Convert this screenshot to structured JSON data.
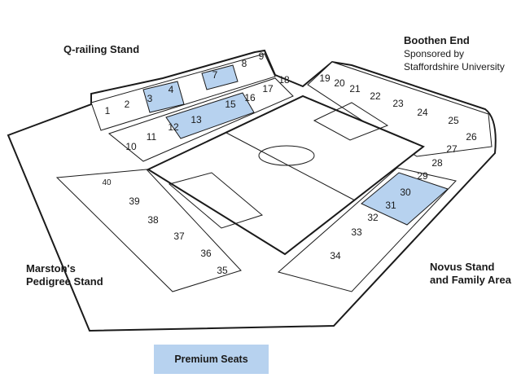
{
  "stands": {
    "north": {
      "name": "Q-railing Stand"
    },
    "east": {
      "name": "Boothen End",
      "sponsor_line1": "Sponsored by",
      "sponsor_line2": "Staffordshire University"
    },
    "south": {
      "line1": "Novus Stand",
      "line2": "and Family Area"
    },
    "west": {
      "line1": "Marston's",
      "line2": "Pedigree Stand"
    }
  },
  "legend": {
    "label": "Premium Seats",
    "color": "#b7d2ef"
  },
  "colors": {
    "premium": "#b7d2ef",
    "outline": "#1a1a1a",
    "background": "#ffffff"
  },
  "sections": [
    {
      "id": "1",
      "premium": false
    },
    {
      "id": "2",
      "premium": false
    },
    {
      "id": "3",
      "premium": false
    },
    {
      "id": "4",
      "premium": true
    },
    {
      "id": "7",
      "premium": true
    },
    {
      "id": "8",
      "premium": false
    },
    {
      "id": "9",
      "premium": false
    },
    {
      "id": "10",
      "premium": false
    },
    {
      "id": "11",
      "premium": false
    },
    {
      "id": "12",
      "premium": true
    },
    {
      "id": "13",
      "premium": true
    },
    {
      "id": "15",
      "premium": true
    },
    {
      "id": "16",
      "premium": false
    },
    {
      "id": "17",
      "premium": false
    },
    {
      "id": "18",
      "premium": false
    },
    {
      "id": "19",
      "premium": false
    },
    {
      "id": "20",
      "premium": false
    },
    {
      "id": "21",
      "premium": false
    },
    {
      "id": "22",
      "premium": false
    },
    {
      "id": "23",
      "premium": false
    },
    {
      "id": "24",
      "premium": false
    },
    {
      "id": "25",
      "premium": false
    },
    {
      "id": "26",
      "premium": false
    },
    {
      "id": "27",
      "premium": false
    },
    {
      "id": "28",
      "premium": false
    },
    {
      "id": "29",
      "premium": true
    },
    {
      "id": "30",
      "premium": true
    },
    {
      "id": "31",
      "premium": true
    },
    {
      "id": "32",
      "premium": false
    },
    {
      "id": "33",
      "premium": false
    },
    {
      "id": "34",
      "premium": false
    },
    {
      "id": "35",
      "premium": false
    },
    {
      "id": "36",
      "premium": false
    },
    {
      "id": "37",
      "premium": false
    },
    {
      "id": "38",
      "premium": false
    },
    {
      "id": "39",
      "premium": false
    },
    {
      "id": "40",
      "premium": false
    }
  ]
}
